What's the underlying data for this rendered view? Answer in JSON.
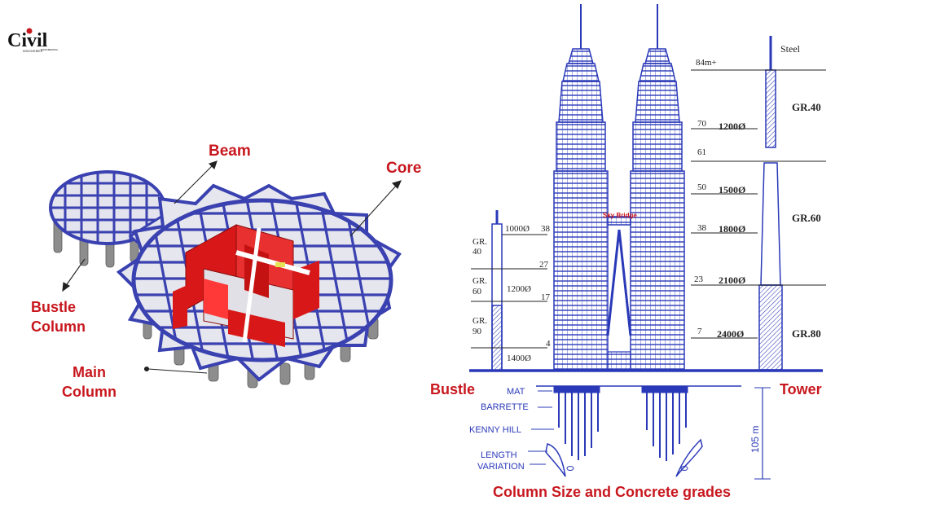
{
  "logo": {
    "text": "Civil",
    "subtext": "DISCOVERIES",
    "subtext2": "ENGINEERING"
  },
  "left_model": {
    "labels": {
      "beam": "Beam",
      "core": "Core",
      "bustle_column_line1": "Bustle",
      "bustle_column_line2": "Column",
      "main_column_line1": "Main",
      "main_column_line2": "Column"
    }
  },
  "tower": {
    "sky_bridge": "Sky Bridge",
    "steel": "Steel",
    "height_top": "84m+",
    "levels": [
      {
        "level": "70",
        "size": "1200Ø"
      },
      {
        "level": "61",
        "size": ""
      },
      {
        "level": "50",
        "size": "1500Ø"
      },
      {
        "level": "38",
        "size": "1800Ø"
      },
      {
        "level": "23",
        "size": "2100Ø"
      },
      {
        "level": "7",
        "size": "2400Ø"
      }
    ],
    "grades": [
      "GR.40",
      "GR.60",
      "GR.80"
    ],
    "label": "Tower"
  },
  "bustle": {
    "label": "Bustle",
    "top_size": "1000Ø",
    "levels": [
      "38",
      "27",
      "17",
      "4"
    ],
    "grades": [
      {
        "line1": "GR.",
        "line2": "40"
      },
      {
        "line1": "GR.",
        "line2": "60"
      },
      {
        "line1": "GR.",
        "line2": "90"
      }
    ],
    "mid_size": "1200Ø",
    "bottom_size": "1400Ø"
  },
  "foundation": {
    "mat": "MAT",
    "barrette": "BARRETTE",
    "kenny_hill": "KENNY HILL",
    "length_line1": "LENGTH",
    "length_line2": "VARIATION",
    "depth": "105 m"
  },
  "caption": "Column Size and Concrete grades",
  "colors": {
    "accent_red": "#c8171e",
    "structure_blue": "#3a41b0",
    "core_red": "#d81818",
    "diagram_blue": "#2a39b8"
  }
}
